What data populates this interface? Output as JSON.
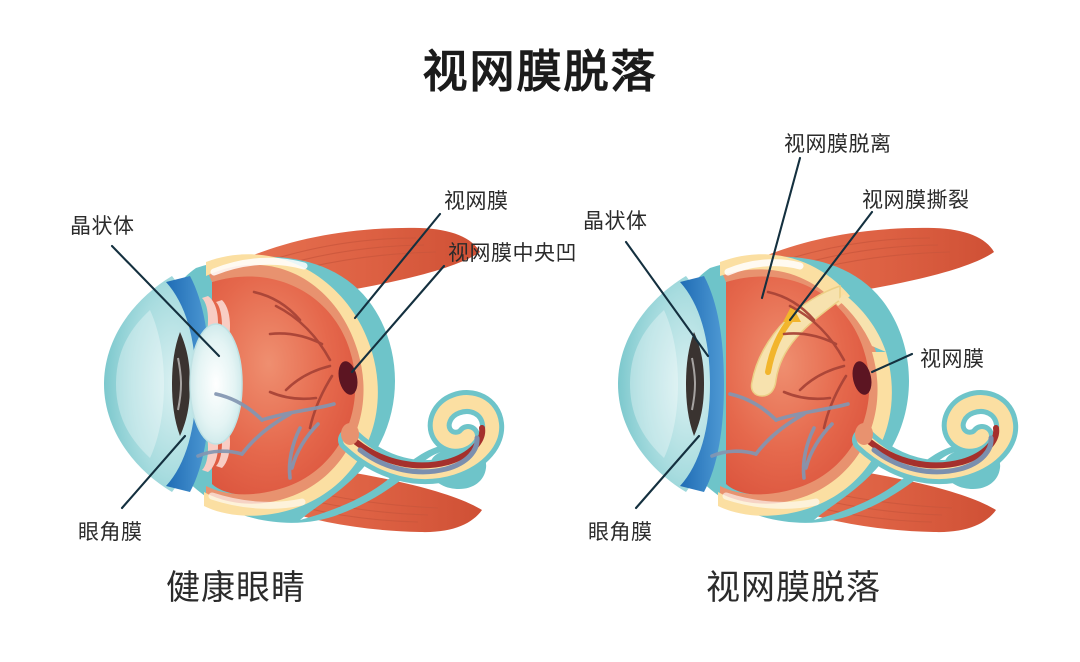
{
  "title": "视网膜脱落",
  "captions": {
    "left": "健康眼睛",
    "right": "视网膜脱落"
  },
  "left_eye": {
    "name": "健康眼睛",
    "labels": {
      "lens": "晶状体",
      "cornea": "眼角膜",
      "retina": "视网膜",
      "fovea": "视网膜中央凹"
    }
  },
  "right_eye": {
    "name": "视网膜脱落",
    "labels": {
      "lens": "晶状体",
      "cornea": "眼角膜",
      "retina": "视网膜",
      "detachment": "视网膜脱离",
      "tear": "视网膜撕裂"
    }
  },
  "colors": {
    "background": "#ffffff",
    "title_text": "#1b1b1b",
    "label_text": "#2b2b2b",
    "leader_line": "#14303f",
    "sclera_outer": "#6ec4c9",
    "cornea": "#a5dde0",
    "iris": "#2f7fc4",
    "pupil": "#3a3330",
    "lens": "#dff2f3",
    "retina_band": "#fbdfa2",
    "choroid": "#e8926f",
    "vitreous": "#e4654b",
    "vitreous_light": "#ef8b6d",
    "muscle": "#e1694a",
    "artery": "#b02b2b",
    "vein": "#7b8fae",
    "fovea": "#5c1522",
    "detached_flap": "#f7e2ae",
    "tear_arrow": "#f2b52c",
    "ciliary": "#f8cdc4"
  }
}
